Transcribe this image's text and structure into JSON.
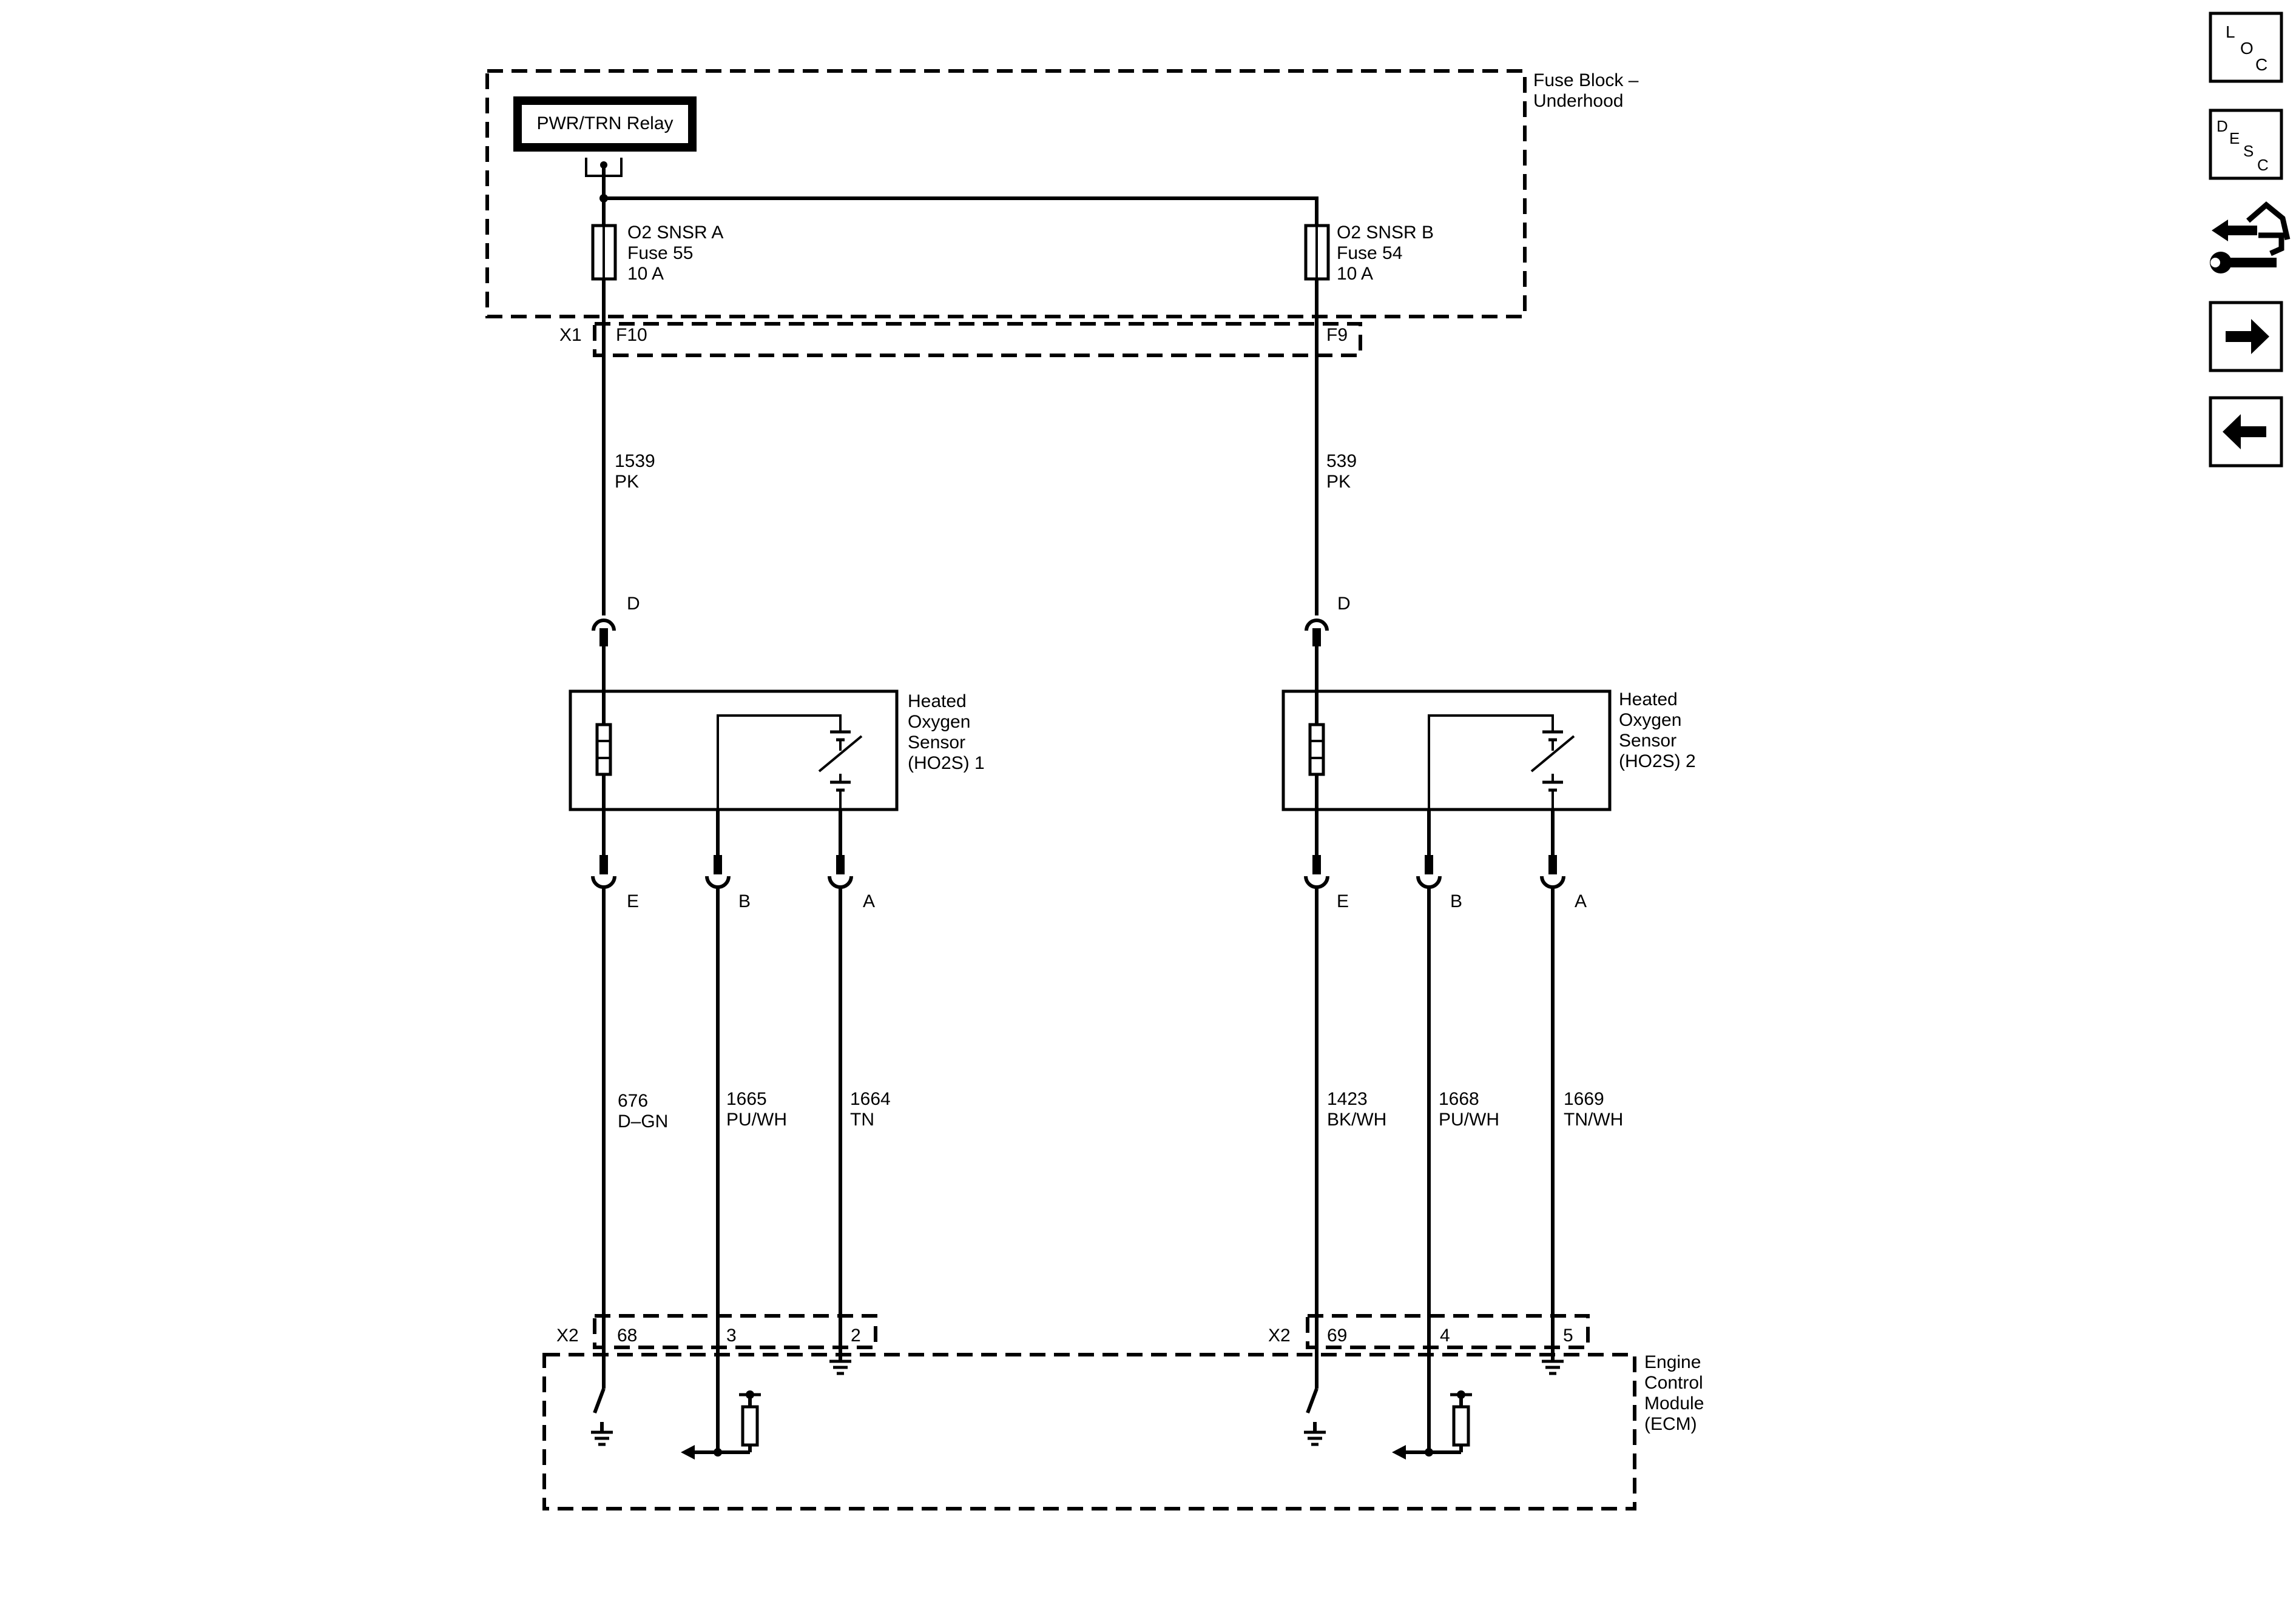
{
  "fuse_block": {
    "title_line1": "Fuse Block –",
    "title_line2": "Underhood",
    "relay": "PWR/TRN Relay",
    "connector": "X1",
    "fuse_a": {
      "line1": "O2 SNSR A",
      "line2": "Fuse 55",
      "line3": "10 A",
      "pin": "F10"
    },
    "fuse_b": {
      "line1": "O2 SNSR B",
      "line2": "Fuse 54",
      "line3": "10 A",
      "pin": "F9"
    }
  },
  "feed_wires": {
    "a": {
      "circuit": "1539",
      "color": "PK"
    },
    "b": {
      "circuit": "539",
      "color": "PK"
    }
  },
  "sensor1": {
    "line1": "Heated",
    "line2": "Oxygen",
    "line3": "Sensor",
    "line4": "(HO2S) 1",
    "pin_d": "D",
    "pin_e": "E",
    "pin_b": "B",
    "pin_a": "A",
    "wire_e": {
      "circuit": "676",
      "color": "D–GN"
    },
    "wire_b": {
      "circuit": "1665",
      "color": "PU/WH"
    },
    "wire_a": {
      "circuit": "1664",
      "color": "TN"
    }
  },
  "sensor2": {
    "line1": "Heated",
    "line2": "Oxygen",
    "line3": "Sensor",
    "line4": "(HO2S) 2",
    "pin_d": "D",
    "pin_e": "E",
    "pin_b": "B",
    "pin_a": "A",
    "wire_e": {
      "circuit": "1423",
      "color": "BK/WH"
    },
    "wire_b": {
      "circuit": "1668",
      "color": "PU/WH"
    },
    "wire_a": {
      "circuit": "1669",
      "color": "TN/WH"
    }
  },
  "ecm": {
    "line1": "Engine",
    "line2": "Control",
    "line3": "Module",
    "line4": "(ECM)",
    "connector1": "X2",
    "pin1_e": "68",
    "pin1_b": "3",
    "pin1_a": "2",
    "connector2": "X2",
    "pin2_e": "69",
    "pin2_b": "4",
    "pin2_a": "5"
  },
  "nav": {
    "loc": {
      "l1": "L",
      "l2": "O",
      "l3": "C"
    },
    "desc": {
      "l1": "D",
      "l2": "E",
      "l3": "S",
      "l4": "C"
    }
  }
}
